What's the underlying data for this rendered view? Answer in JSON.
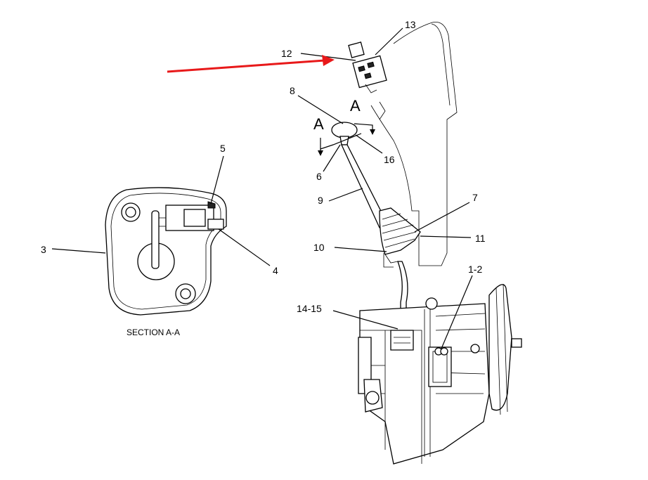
{
  "section_caption": "SECTION A-A",
  "section_marks": [
    "A",
    "A"
  ],
  "callouts": {
    "c1_2": "1-2",
    "c3": "3",
    "c4": "4",
    "c5": "5",
    "c6": "6",
    "c7": "7",
    "c8": "8",
    "c9": "9",
    "c10": "10",
    "c11": "11",
    "c12": "12",
    "c13": "13",
    "c14_15": "14-15",
    "c16": "16"
  },
  "colors": {
    "pointer_arrow": "#e8191a",
    "line": "#000000"
  }
}
